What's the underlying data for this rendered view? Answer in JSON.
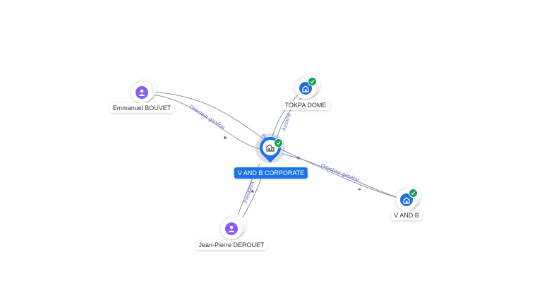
{
  "nodes": {
    "main": {
      "label": "V AND B CORPORATE",
      "icon": "building-icon",
      "verified": true
    },
    "emmanuel": {
      "label": "Emmanuel BOUVET",
      "icon": "person-icon"
    },
    "tokpa": {
      "label": "TOKPA DOME",
      "icon": "building-icon",
      "verified": true
    },
    "vandb": {
      "label": "V AND B",
      "icon": "building-icon",
      "verified": true
    },
    "jeanpierre": {
      "label": "Jean-Pierre DEROUET",
      "icon": "person-icon"
    }
  },
  "edges": [
    {
      "from": "emmanuel",
      "to": "main",
      "label": "Directeur général"
    },
    {
      "from": "emmanuel",
      "to": "vandb",
      "label": "Président"
    },
    {
      "from": "main",
      "to": "tokpa",
      "label": "Associé"
    },
    {
      "from": "jeanpierre",
      "to": "main",
      "label": "Président"
    },
    {
      "from": "main",
      "to": "vandb",
      "label": "Directeur général"
    }
  ],
  "colors": {
    "person": "#8a5cf6",
    "company": "#1f6fe0",
    "verified": "#12a150",
    "main_label_bg": "#1a73e8",
    "edge_label": "#5a63c6"
  }
}
